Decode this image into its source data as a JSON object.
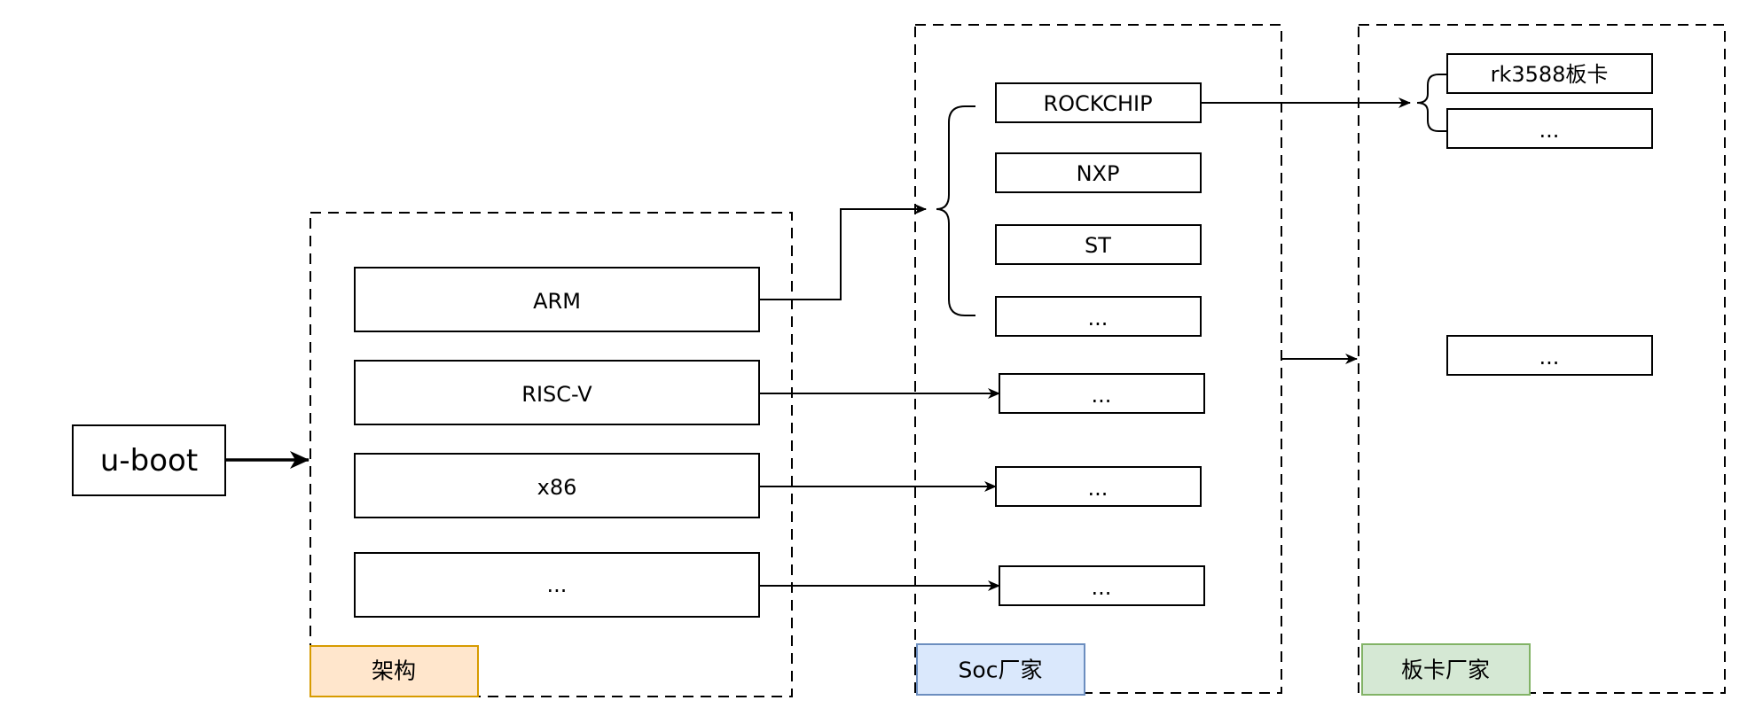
{
  "root": {
    "label": "u-boot"
  },
  "groups": {
    "arch": {
      "caption": "架构",
      "fill": "#ffe6cc",
      "stroke": "#d79b00"
    },
    "soc": {
      "caption": "Soc厂家",
      "fill": "#dae8fc",
      "stroke": "#6c8ebf"
    },
    "board": {
      "caption": "板卡厂家",
      "fill": "#d5e8d4",
      "stroke": "#82b366"
    }
  },
  "architectures": [
    {
      "label": "ARM"
    },
    {
      "label": "RISC-V"
    },
    {
      "label": "x86"
    },
    {
      "label": "..."
    }
  ],
  "soc_vendors": [
    {
      "label": "ROCKCHIP"
    },
    {
      "label": "NXP"
    },
    {
      "label": "ST"
    },
    {
      "label": "..."
    },
    {
      "label": "..."
    },
    {
      "label": "..."
    },
    {
      "label": "..."
    }
  ],
  "boards": [
    {
      "label": "rk3588板卡"
    },
    {
      "label": "..."
    },
    {
      "label": "..."
    }
  ]
}
